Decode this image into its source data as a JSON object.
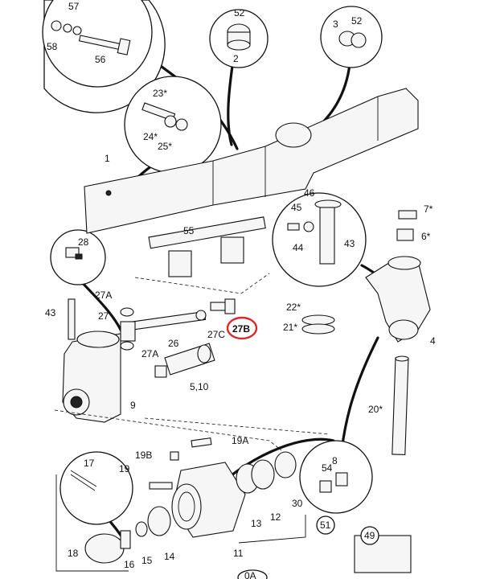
{
  "labels": {
    "p57": "57",
    "p58": "58",
    "p56": "56",
    "p52a": "52",
    "p2": "2",
    "p3": "3",
    "p52b": "52",
    "p23": "23*",
    "p24": "24*",
    "p25": "25*",
    "p1": "1",
    "p46": "46",
    "p45": "45",
    "p44": "44",
    "p43a": "43",
    "p7": "7*",
    "p6": "6*",
    "p55": "55",
    "p28": "28",
    "p27a_top": "27A",
    "p27": "27",
    "p27a_bot": "27A",
    "p43b": "43",
    "p26": "26",
    "p27c": "27C",
    "p27b": "27B",
    "p22": "22*",
    "p21": "21*",
    "p4": "4",
    "p510": "5,10",
    "p9": "9",
    "p20": "20*",
    "p19a": "19A",
    "p19b": "19B",
    "p19": "19",
    "p17": "17",
    "p8": "8",
    "p54": "54",
    "p18": "18",
    "p16": "16",
    "p15": "15",
    "p14": "14",
    "p11": "11",
    "p13": "13",
    "p12": "12",
    "p30": "30",
    "p51": "51",
    "p49": "49",
    "p0a": "0A"
  },
  "highlight": {
    "label": "27B",
    "color": "#d62828"
  }
}
